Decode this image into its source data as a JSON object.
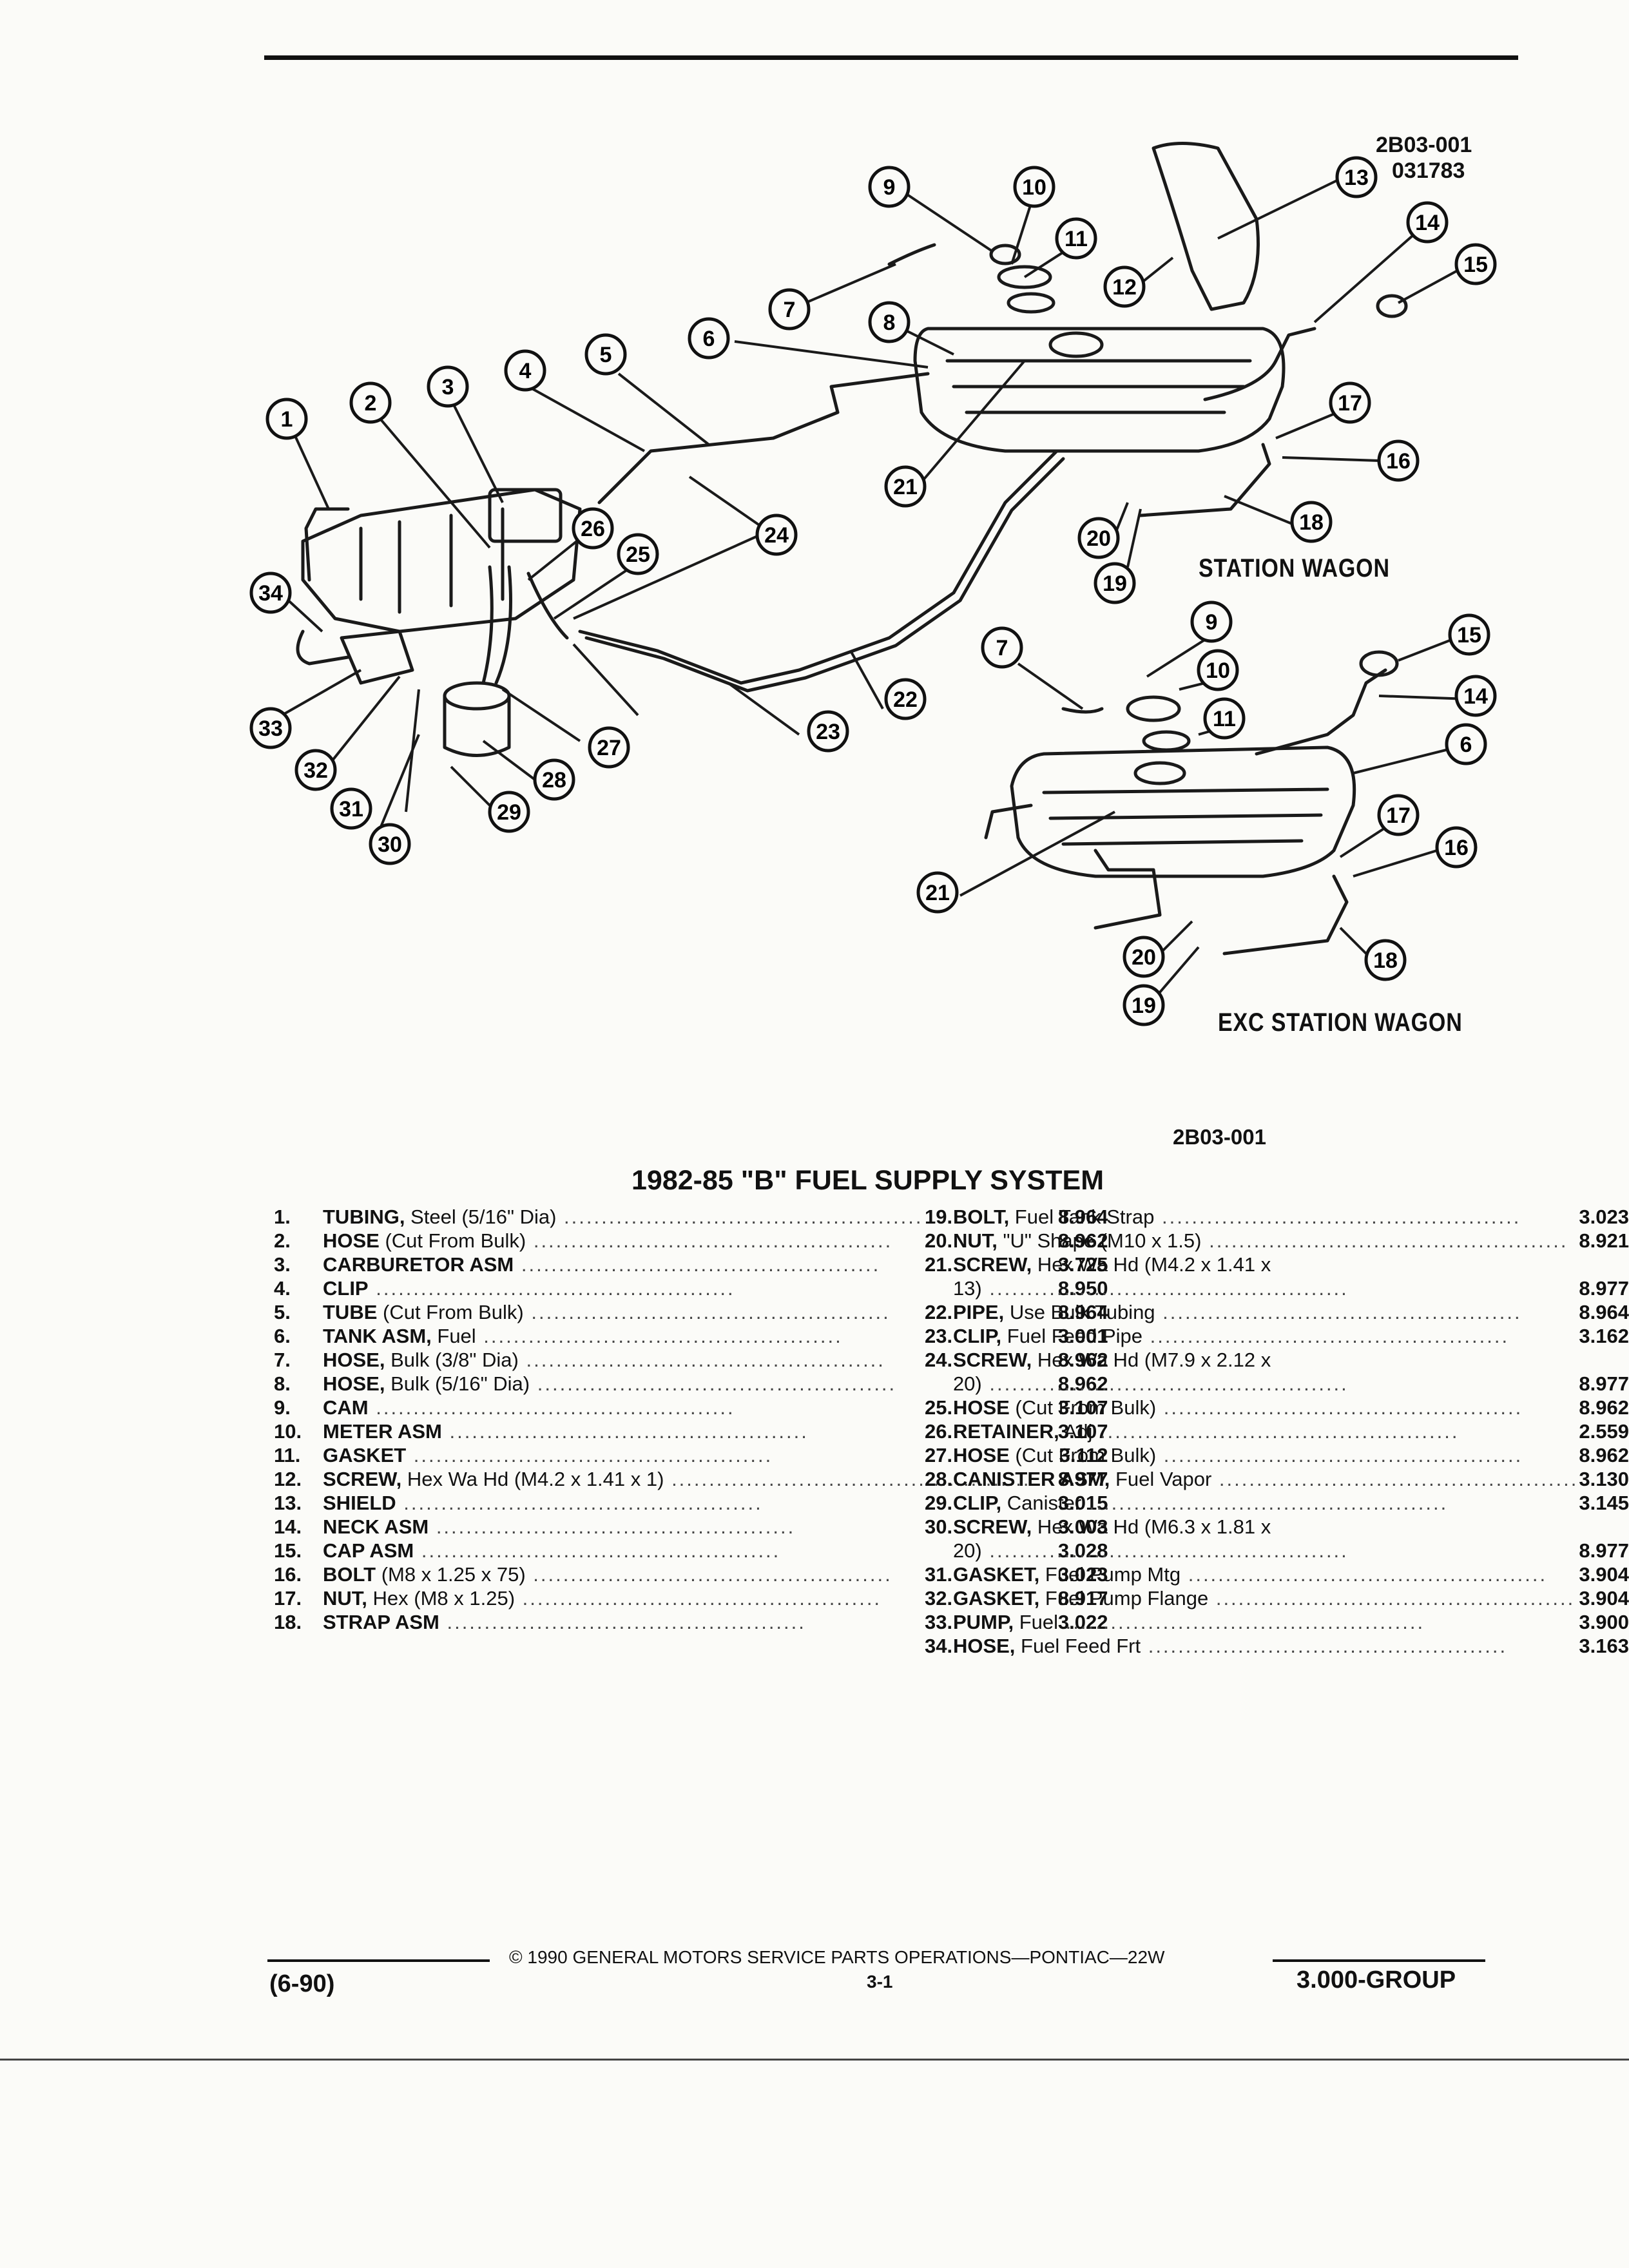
{
  "header": {
    "code1": "2B03-001",
    "code2": "031783"
  },
  "diagram": {
    "labels": [
      "1",
      "2",
      "3",
      "4",
      "5",
      "6",
      "7",
      "8",
      "9",
      "10",
      "11",
      "12",
      "13",
      "14",
      "15",
      "16",
      "17",
      "18",
      "19",
      "20",
      "21",
      "22",
      "23",
      "24",
      "25",
      "26",
      "27",
      "28",
      "29",
      "30",
      "31",
      "32",
      "33",
      "34"
    ],
    "station_wagon": "STATION WAGON",
    "exc_station_wagon": "EXC STATION WAGON",
    "figure_code": "2B03-001"
  },
  "title": "1982-85 \"B\" FUEL SUPPLY SYSTEM",
  "parts_left": [
    {
      "num": "1.",
      "name": "TUBING,",
      "desc": " Steel (5/16\" Dia)",
      "value": "8.964"
    },
    {
      "num": "2.",
      "name": "HOSE",
      "desc": " (Cut From Bulk)",
      "value": "8.962"
    },
    {
      "num": "3.",
      "name": "CARBURETOR ASM",
      "desc": "",
      "value": "3.725"
    },
    {
      "num": "4.",
      "name": "CLIP",
      "desc": "",
      "value": "8.950"
    },
    {
      "num": "5.",
      "name": "TUBE",
      "desc": " (Cut From Bulk)",
      "value": "8.964"
    },
    {
      "num": "6.",
      "name": "TANK ASM,",
      "desc": " Fuel",
      "value": "3.001"
    },
    {
      "num": "7.",
      "name": "HOSE,",
      "desc": " Bulk (3/8\" Dia)",
      "value": "8.962"
    },
    {
      "num": "8.",
      "name": "HOSE,",
      "desc": " Bulk (5/16\" Dia)",
      "value": "8.962"
    },
    {
      "num": "9.",
      "name": "CAM",
      "desc": "",
      "value": "3.107"
    },
    {
      "num": "10.",
      "name": "METER ASM",
      "desc": "",
      "value": "3.107"
    },
    {
      "num": "11.",
      "name": "GASKET",
      "desc": "",
      "value": "3.112"
    },
    {
      "num": "12.",
      "name": "SCREW,",
      "desc": " Hex Wa Hd (M4.2 x 1.41 x 1)",
      "value": "8.977"
    },
    {
      "num": "13.",
      "name": "SHIELD",
      "desc": "",
      "value": "3.015"
    },
    {
      "num": "14.",
      "name": "NECK ASM",
      "desc": "",
      "value": "3.003"
    },
    {
      "num": "15.",
      "name": "CAP ASM",
      "desc": "",
      "value": "3.028"
    },
    {
      "num": "16.",
      "name": "BOLT",
      "desc": " (M8 x 1.25 x 75)",
      "value": "3.023"
    },
    {
      "num": "17.",
      "name": "NUT,",
      "desc": " Hex (M8 x 1.25)",
      "value": "8.917"
    },
    {
      "num": "18.",
      "name": "STRAP ASM",
      "desc": "",
      "value": "3.022"
    }
  ],
  "parts_right": [
    {
      "num": "19.",
      "name": "BOLT,",
      "desc": " Fuel Tank Strap",
      "value": "3.023"
    },
    {
      "num": "20.",
      "name": "NUT,",
      "desc": " \"U\" Shape (M10 x 1.5)",
      "value": "8.921"
    },
    {
      "num": "21.",
      "name": "SCREW,",
      "desc": " Hex Wa Hd (M4.2 x 1.41 x",
      "value": ""
    },
    {
      "num": "",
      "name": "",
      "desc": "13)",
      "value": "8.977"
    },
    {
      "num": "22.",
      "name": "PIPE,",
      "desc": " Use Bulk Tubing",
      "value": "8.964"
    },
    {
      "num": "23.",
      "name": "CLIP,",
      "desc": " Fuel Feed Pipe",
      "value": "3.162"
    },
    {
      "num": "24.",
      "name": "SCREW,",
      "desc": " Hex Wa Hd (M7.9 x 2.12 x",
      "value": ""
    },
    {
      "num": "",
      "name": "",
      "desc": "20)",
      "value": "8.977"
    },
    {
      "num": "25.",
      "name": "HOSE",
      "desc": " (Cut From Bulk)",
      "value": "8.962"
    },
    {
      "num": "26.",
      "name": "RETAINER,",
      "desc": " Adj",
      "value": "2.559"
    },
    {
      "num": "27.",
      "name": "HOSE",
      "desc": " (Cut From Bulk)",
      "value": "8.962"
    },
    {
      "num": "28.",
      "name": "CANISTER ASM,",
      "desc": " Fuel Vapor",
      "value": "3.130"
    },
    {
      "num": "29.",
      "name": "CLIP,",
      "desc": " Canister",
      "value": "3.145"
    },
    {
      "num": "30.",
      "name": "SCREW,",
      "desc": " Hex Wa Hd (M6.3 x 1.81 x",
      "value": ""
    },
    {
      "num": "",
      "name": "",
      "desc": "20)",
      "value": "8.977"
    },
    {
      "num": "31.",
      "name": "GASKET,",
      "desc": " Fuel Pump Mtg",
      "value": "3.904"
    },
    {
      "num": "32.",
      "name": "GASKET,",
      "desc": " Fuel Pump Flange",
      "value": "3.904"
    },
    {
      "num": "33.",
      "name": "PUMP,",
      "desc": " Fuel",
      "value": "3.900"
    },
    {
      "num": "34.",
      "name": "HOSE,",
      "desc": " Fuel Feed Frt",
      "value": "3.163"
    }
  ],
  "footer": {
    "date": "(6-90)",
    "copyright": "© 1990 GENERAL MOTORS SERVICE PARTS OPERATIONS—PONTIAC—22W",
    "page": "3-1",
    "group": "3.000-GROUP"
  }
}
